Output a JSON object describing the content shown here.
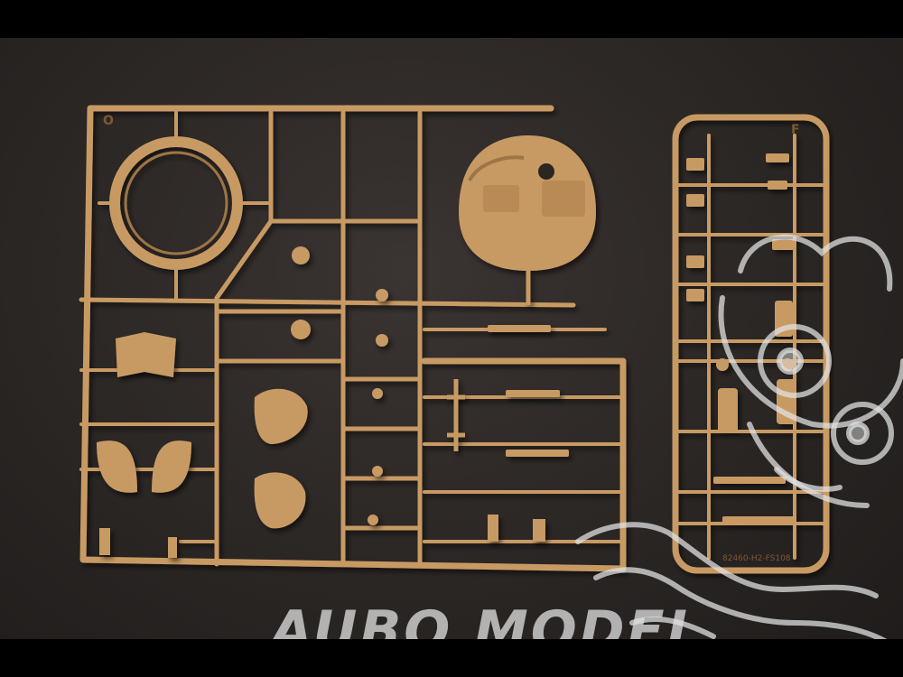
{
  "photo": {
    "subject": "plastic model kit sprue",
    "colors": {
      "plastic": "#c89a63",
      "plastic_shadow": "#9d7444",
      "background": "#2a2624",
      "watermark": "#e0e0e0"
    }
  },
  "sprues": {
    "left_letter": "O",
    "right_letter": "F",
    "right_code": "82460-H2-FS108"
  },
  "watermark": {
    "brand": "AUBO MODEL",
    "mascot": "watermark-mascot"
  }
}
